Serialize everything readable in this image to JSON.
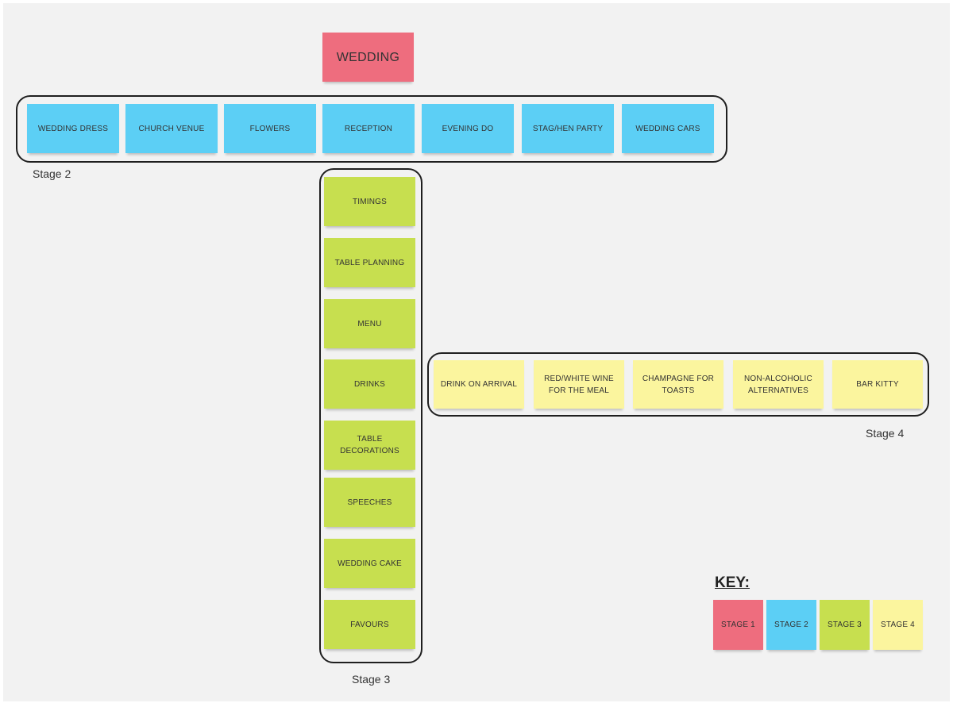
{
  "root": {
    "label": "WEDDING",
    "color": "#ee6d7e"
  },
  "stage2": {
    "label": "Stage 2",
    "color": "#5ccff5",
    "items": [
      "WEDDING DRESS",
      "CHURCH VENUE",
      "FLOWERS",
      "RECEPTION",
      "EVENING DO",
      "STAG/HEN PARTY",
      "WEDDING CARS"
    ]
  },
  "stage3": {
    "label": "Stage 3",
    "color": "#c7df4f",
    "items": [
      "TIMINGS",
      "TABLE PLANNING",
      "MENU",
      "DRINKS",
      "TABLE\nDECORATIONS",
      "SPEECHES",
      "WEDDING CAKE",
      "FAVOURS"
    ]
  },
  "stage4": {
    "label": "Stage 4",
    "color": "#fbf59e",
    "items": [
      "DRINK ON ARRIVAL",
      "RED/WHITE WINE\nFOR THE MEAL",
      "CHAMPAGNE FOR\nTOASTS",
      "NON-ALCOHOLIC\nALTERNATIVES",
      "BAR KITTY"
    ]
  },
  "key": {
    "title": "KEY:",
    "items": [
      {
        "label": "STAGE 1",
        "color": "#ee6d7e"
      },
      {
        "label": "STAGE 2",
        "color": "#5ccff5"
      },
      {
        "label": "STAGE 3",
        "color": "#c7df4f"
      },
      {
        "label": "STAGE 4",
        "color": "#fbf59e"
      }
    ]
  }
}
